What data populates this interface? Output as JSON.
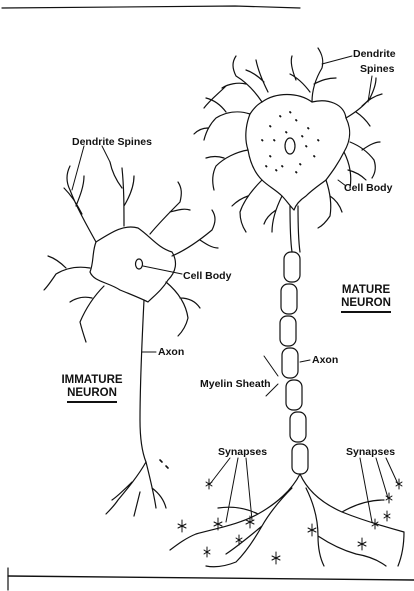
{
  "immature": {
    "dendrite_spines": "Dendrite Spines",
    "cell_body": "Cell Body",
    "axon": "Axon",
    "title_line1": "IMMATURE",
    "title_line2": "NEURON"
  },
  "mature": {
    "dendrite": "Dendrite",
    "spines": "Spines",
    "cell_body": "Cell Body",
    "axon": "Axon",
    "myelin_sheath": "Myelin Sheath",
    "synapses_left": "Synapses",
    "synapses_right": "Synapses",
    "title_line1": "MATURE",
    "title_line2": "NEURON"
  }
}
